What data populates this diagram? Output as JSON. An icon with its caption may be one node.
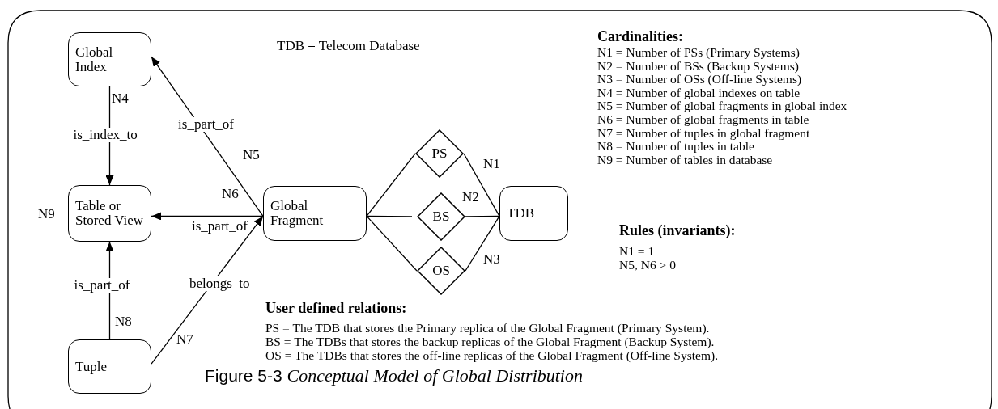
{
  "diagram": {
    "caption": "Figure 5-3 *Conceptual Model of Global Distribution*",
    "nodes": [
      {
        "text": [
          "Global Index"
        ]
      },
      {
        "text": [
          "Table or Stored View"
        ],
        "beside": [
          "N9"
        ]
      },
      {
        "text": [
          "Tuple"
        ]
      },
      {
        "text": [
          "Global Fragment"
        ]
      },
      {
        "text": [
          "PS"
        ]
      },
      {
        "text": [
          "BS"
        ]
      },
      {
        "text": [
          "OS"
        ]
      },
      {
        "text": [
          "TDB"
        ]
      }
    ],
    "edges": [
      {
        "from": 0,
        "to": 1,
        "arrow": "to",
        "label": "is_index_to"
      },
      {
        "from": 3,
        "to": 0,
        "arrow": "to",
        "label": "is_part_of"
      },
      {
        "from": 3,
        "to": 1,
        "arrow": "to",
        "label": "is_part_of"
      },
      {
        "from": 2,
        "to": 1,
        "arrow": "to",
        "label": "is_part_of"
      },
      {
        "from": 2,
        "to": 3,
        "arrow": "to",
        "label": "belongs_to"
      },
      {
        "from": 3,
        "to": 4,
        "arrow": "none"
      },
      {
        "from": 3,
        "to": 5,
        "arrow": "none"
      },
      {
        "from": 3,
        "to": 6,
        "arrow": "none"
      },
      {
        "from": 4,
        "to": 7,
        "arrow": "none"
      },
      {
        "from": 5,
        "to": 7,
        "arrow": "none"
      },
      {
        "from": 6,
        "to": 7,
        "arrow": "none"
      }
    ],
    "labels": [
      "TDB = Telecom Database",
      "N4",
      "N5",
      "N6",
      "N8",
      "N7",
      "N1",
      "N2",
      "N3",
      "Cardinalities:",
      "N1 = Number of PSs (Primary Systems)",
      "N2 = Number of BSs (Backup Systems)",
      "N3 = Number of OSs (Off-line Systems)",
      "N4 = Number of global indexes on table",
      "N5 = Number of global fragments in global index",
      "N6 = Number of global fragments in table",
      "N7 = Number of tuples in global fragment",
      "N8 = Number of tuples in table",
      "N9 = Number of tables in database",
      "Rules (invariants):",
      "N1 = 1",
      "N5, N6 > 0",
      "User defined relations:",
      "PS = The TDB that stores the Primary replica of the Global Fragment (Primary System).",
      "BS = The TDBs that stores the backup replicas of the Global Fragment (Backup System).",
      "OS = The TDBs that stores the off-line replicas of the Global Fragment (Off-line System)."
    ]
  }
}
